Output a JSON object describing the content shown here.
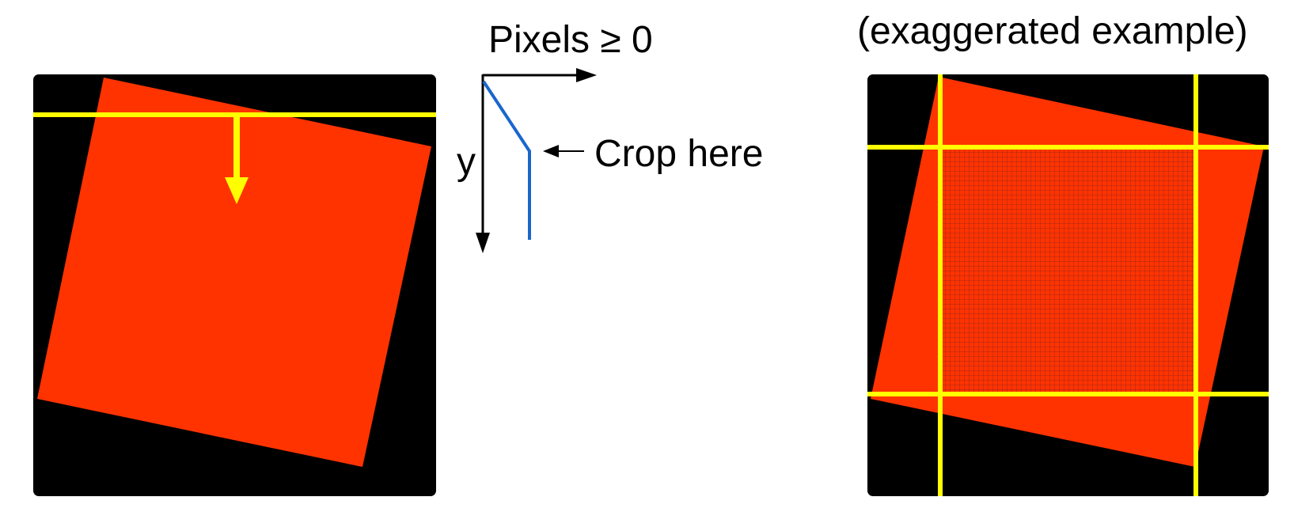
{
  "labels": {
    "pixels_axis": "Pixels ≥ 0",
    "y_axis": "y",
    "crop_here": "Crop here",
    "exaggerated": "(exaggerated example)"
  },
  "colors": {
    "background_panel": "#000000",
    "rotated_image": "#ff3300",
    "crop_lines": "#ffff00",
    "profile_line": "#1a66cc",
    "axes": "#000000",
    "hatch": "#b3261e"
  },
  "icons": {
    "down_arrow": "arrow-down-icon",
    "left_arrow": "arrow-left-icon"
  }
}
